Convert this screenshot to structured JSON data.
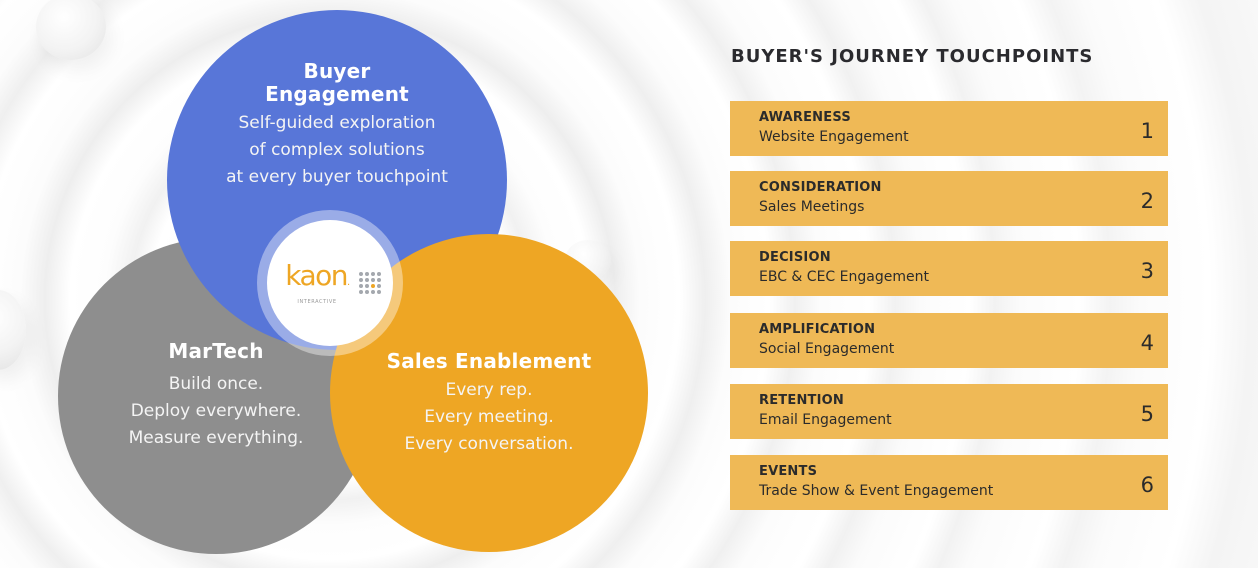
{
  "diagram": {
    "circles": [
      {
        "id": "buyer-engagement",
        "title_lines": [
          "Buyer",
          "Engagement"
        ],
        "body_lines": [
          "Self-guided exploration",
          "of complex solutions",
          "at every buyer touchpoint"
        ],
        "color": "#5876d8"
      },
      {
        "id": "martech",
        "title_lines": [
          "MarTech"
        ],
        "body_lines": [
          "Build once.",
          "Deploy everywhere.",
          "Measure everything."
        ],
        "color": "#8e8e8e"
      },
      {
        "id": "sales-enablement",
        "title_lines": [
          "Sales Enablement"
        ],
        "body_lines": [
          "Every rep.",
          "Every meeting.",
          "Every conversation."
        ],
        "color": "#eea624"
      }
    ],
    "logo": {
      "word": "kaon",
      "dot": ".",
      "subtitle": "INTERACTIVE",
      "accent_color": "#eea624"
    }
  },
  "panel": {
    "title": "BUYER'S JOURNEY TOUCHPOINTS",
    "row_color": "#efb956",
    "touchpoints": [
      {
        "stage": "AWARENESS",
        "description": "Website Engagement",
        "number": "1"
      },
      {
        "stage": "CONSIDERATION",
        "description": "Sales Meetings",
        "number": "2"
      },
      {
        "stage": "DECISION",
        "description": "EBC & CEC Engagement",
        "number": "3"
      },
      {
        "stage": "AMPLIFICATION",
        "description": "Social Engagement",
        "number": "4"
      },
      {
        "stage": "RETENTION",
        "description": "Email Engagement",
        "number": "5"
      },
      {
        "stage": "EVENTS",
        "description": "Trade Show & Event Engagement",
        "number": "6"
      }
    ]
  }
}
